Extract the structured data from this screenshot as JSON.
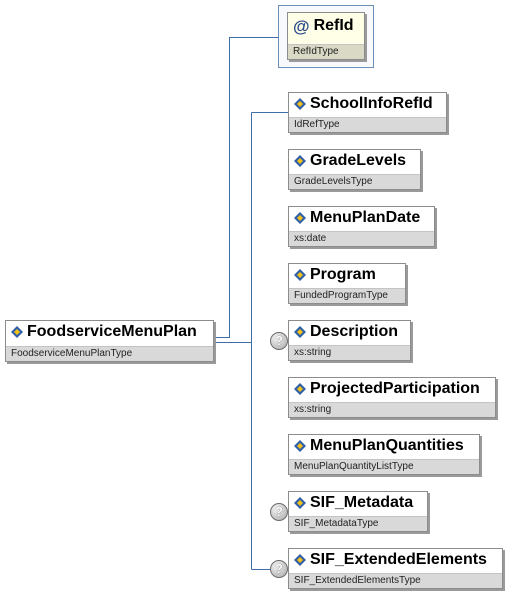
{
  "root": {
    "name": "FoodserviceMenuPlan",
    "type": "FoodserviceMenuPlanType"
  },
  "attribute": {
    "icon": "@",
    "name": "RefId",
    "type": "RefIdType"
  },
  "elements": [
    {
      "name": "SchoolInfoRefId",
      "type": "IdRefType",
      "optional": false
    },
    {
      "name": "GradeLevels",
      "type": "GradeLevelsType",
      "optional": false
    },
    {
      "name": "MenuPlanDate",
      "type": "xs:date",
      "optional": false
    },
    {
      "name": "Program",
      "type": "FundedProgramType",
      "optional": false
    },
    {
      "name": "Description",
      "type": "xs:string",
      "optional": true
    },
    {
      "name": "ProjectedParticipation",
      "type": "xs:string",
      "optional": false
    },
    {
      "name": "MenuPlanQuantities",
      "type": "MenuPlanQuantityListType",
      "optional": false
    },
    {
      "name": "SIF_Metadata",
      "type": "SIF_MetadataType",
      "optional": true
    },
    {
      "name": "SIF_ExtendedElements",
      "type": "SIF_ExtendedElementsType",
      "optional": true
    }
  ],
  "optional_marker": "?",
  "icons": {
    "element": "element-diamond-icon",
    "attribute": "attribute-at-icon",
    "optional": "optional-question-icon"
  },
  "colors": {
    "connector": "#3d6ea8",
    "type_bar": "#d9d9d9",
    "attribute_bg": "#ffffe8",
    "icon_blue": "#2f5fa7",
    "icon_yellow": "#f2c21b"
  }
}
